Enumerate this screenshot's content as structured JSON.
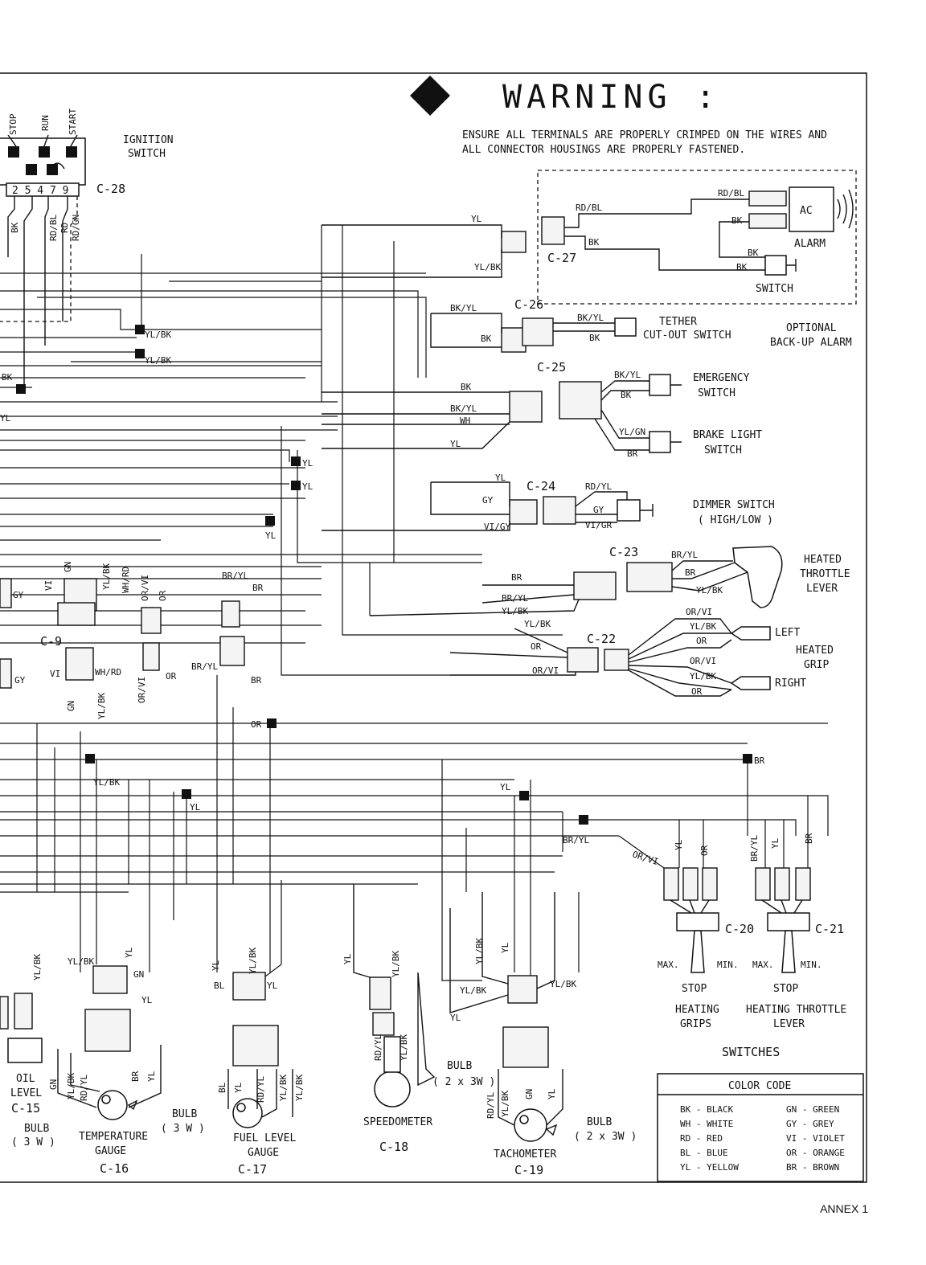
{
  "warning": {
    "title": "WARNING :",
    "line1": "ENSURE ALL TERMINALS ARE PROPERLY CRIMPED ON THE WIRES AND",
    "line2": "ALL CONNECTOR HOUSINGS ARE PROPERLY FASTENED."
  },
  "ignition": {
    "positions": [
      "STOP",
      "RUN",
      "START"
    ],
    "title_line1": "IGNITION",
    "title_line2": "SWITCH",
    "pins": "2 5 4 7 9",
    "connector": "C-28",
    "wire_labels": [
      "BK",
      "RD/BL",
      "RD",
      "RD/GN"
    ]
  },
  "alarm": {
    "connector": "C-27",
    "ac_label": "AC",
    "alarm_label": "ALARM",
    "switch_label": "SWITCH",
    "title_line1": "OPTIONAL",
    "title_line2": "BACK-UP ALARM",
    "wires": [
      "YL",
      "YL/BK",
      "RD/BL",
      "RD/BL",
      "BK",
      "BK",
      "BK",
      "BK"
    ]
  },
  "tether": {
    "connector": "C-26",
    "title_line1": "TETHER",
    "title_line2": "CUT-OUT SWITCH",
    "wires": [
      "BK/YL",
      "BK",
      "BK/YL",
      "BK"
    ]
  },
  "emergency": {
    "connector": "C-25",
    "emergency_line1": "EMERGENCY",
    "emergency_line2": "SWITCH",
    "brake_line1": "BRAKE LIGHT",
    "brake_line2": "SWITCH",
    "wires": [
      "BK",
      "BK/YL",
      "WH",
      "YL",
      "BK/YL",
      "BK",
      "YL/GN",
      "BR"
    ]
  },
  "dimmer": {
    "connector": "C-24",
    "title_line1": "DIMMER SWITCH",
    "title_line2": "( HIGH/LOW )",
    "wires": [
      "YL",
      "GY",
      "VI/GY",
      "RD/YL",
      "GY",
      "VI/GR"
    ]
  },
  "throttle": {
    "connector": "C-23",
    "title_line1": "HEATED",
    "title_line2": "THROTTLE",
    "title_line3": "LEVER",
    "wires": [
      "BR",
      "BR/YL",
      "YL/BK",
      "BR/YL",
      "BR",
      "YL/BK"
    ]
  },
  "grip": {
    "connector": "C-22",
    "left": "LEFT",
    "right": "RIGHT",
    "title_line1": "HEATED",
    "title_line2": "GRIP",
    "wires": [
      "YL/BK",
      "OR",
      "OR/VI",
      "OR/VI",
      "YL/BK",
      "OR",
      "OR/VI",
      "YL/BK",
      "OR"
    ]
  },
  "misc_labels": [
    "YL/BK",
    "YL/BK",
    "BK",
    "YL",
    "YL",
    "YL",
    "YL",
    "GY",
    "GY",
    "C-9",
    "GN",
    "VI",
    "YL/BK",
    "WH/RD",
    "OR/VI",
    "OR",
    "VI",
    "WH/RD",
    "GN",
    "YL/BK",
    "OR/VI",
    "OR",
    "BR/YL",
    "BR",
    "BR/YL",
    "BR",
    "OR",
    "BR",
    "YL/BK",
    "YL",
    "YL",
    "BR/YL"
  ],
  "switches": {
    "c20": "C-20",
    "c21": "C-21",
    "c20_wires": [
      "OR/VI",
      "YL",
      "OR"
    ],
    "c21_wires": [
      "BR/YL",
      "YL",
      "BR"
    ],
    "max1": "MAX.",
    "min1": "MIN.",
    "max2": "MAX.",
    "min2": "MIN.",
    "stop1": "STOP",
    "stop2": "STOP",
    "grips_line1": "HEATING",
    "grips_line2": "GRIPS",
    "lever_line1": "HEATING THROTTLE",
    "lever_line2": "LEVER",
    "title": "SWITCHES"
  },
  "gauges": {
    "oil": {
      "l1": "OIL",
      "l2": "LEVEL",
      "l3": "C-15",
      "bulb": "BULB",
      "watt": "( 3 W )",
      "wire": "YL/BK"
    },
    "temp": {
      "l1": "TEMPERATURE",
      "l2": "GAUGE",
      "l3": "C-16",
      "bulb": "BULB",
      "watt": "( 3 W )",
      "wires": [
        "YL/BK",
        "YL",
        "GN",
        "YL",
        "GN",
        "YL/BK",
        "RD/YL",
        "BR",
        "YL"
      ]
    },
    "fuel": {
      "l1": "FUEL LEVEL",
      "l2": "GAUGE",
      "l3": "C-17",
      "wires": [
        "YL",
        "YL/BK",
        "BL",
        "YL",
        "BL",
        "YL",
        "RD/YL",
        "YL/BK",
        "YL/BK"
      ]
    },
    "speed": {
      "l1": "SPEEDOMETER",
      "l3": "C-18",
      "bulb": "BULB",
      "watt": "( 2 x 3W )",
      "wires": [
        "YL",
        "YL/BK",
        "RD/YL",
        "YL/BK"
      ]
    },
    "tach": {
      "l1": "TACHOMETER",
      "l3": "C-19",
      "bulb": "BULB",
      "watt": "( 2 x 3W )",
      "wires": [
        "YL/BK",
        "YL",
        "YL/BK",
        "YL/BK",
        "YL",
        "RD/YL",
        "YL/BK",
        "GN",
        "YL"
      ]
    }
  },
  "color_code": {
    "title": "COLOR CODE",
    "left": [
      "BK - BLACK",
      "WH - WHITE",
      "RD - RED",
      "BL - BLUE",
      "YL - YELLOW"
    ],
    "right": [
      "GN - GREEN",
      "GY - GREY",
      "VI - VIOLET",
      "OR - ORANGE",
      "BR - BROWN"
    ]
  },
  "footer": "ANNEX 1"
}
